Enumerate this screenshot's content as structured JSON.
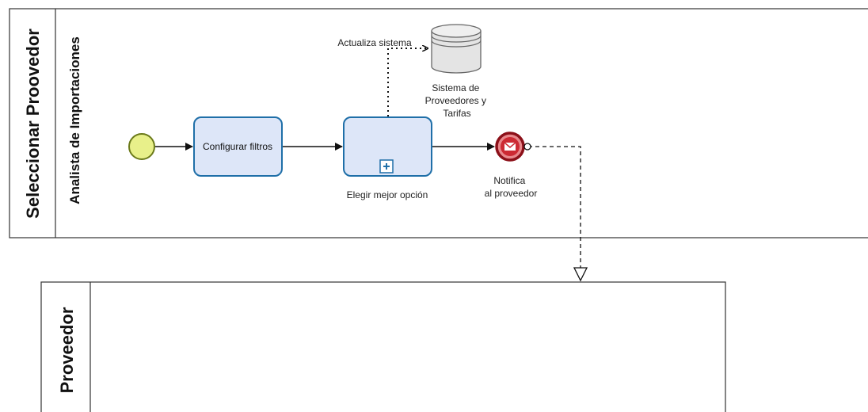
{
  "pools": {
    "main": {
      "title": "Seleccionar Proovedor",
      "lane_title": "Analista de Importaciones"
    },
    "provider": {
      "title": "Proveedor"
    }
  },
  "tasks": {
    "configure": "Configurar filtros",
    "choose": "Elegir mejor opción"
  },
  "labels": {
    "update_system": "Actualiza sistema",
    "datastore": [
      "Sistema de",
      "Proveedores y",
      "Tarifas"
    ],
    "notify": [
      "Notifica",
      "al proveedor"
    ]
  },
  "colors": {
    "task_fill": "#dde6f8",
    "task_stroke": "#1f6fa8",
    "start_fill": "#e8f08a",
    "start_stroke": "#6b7a1a",
    "end_fill": "#e8888c",
    "end_stroke": "#8c1019"
  }
}
